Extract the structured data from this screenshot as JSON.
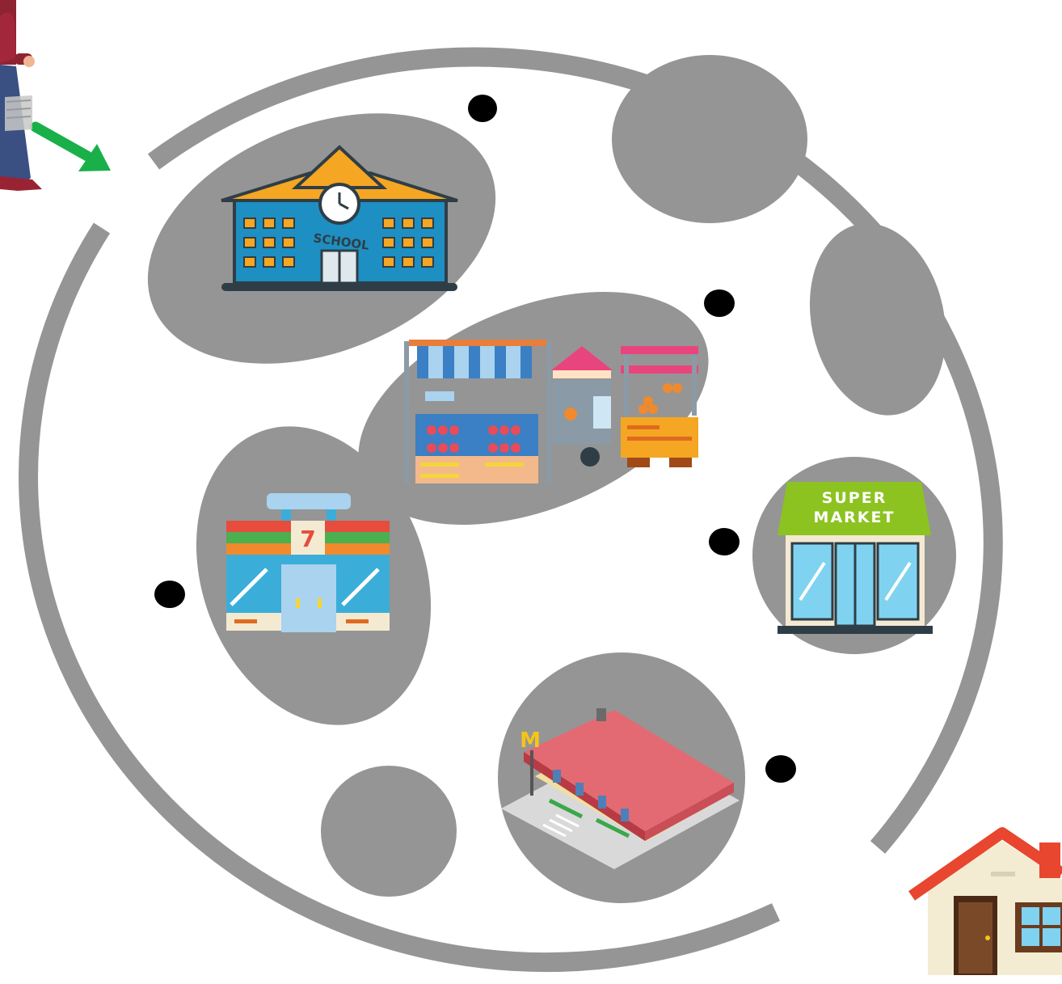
{
  "colors": {
    "background": "#ffffff",
    "ring": "#959595",
    "blob": "#959595",
    "marker": "#000000",
    "arrow": "#19b04a"
  },
  "diagram": {
    "entry_arrow_icon": "green-arrow-icon",
    "person_icon": "shopper-woman-icon",
    "home_icon": "house-icon",
    "places": [
      {
        "id": "school",
        "icon": "school-building-icon",
        "sign": "SCHOOL"
      },
      {
        "id": "market-stalls",
        "icon": "market-stalls-icon"
      },
      {
        "id": "convenience-store",
        "icon": "convenience-store-icon",
        "sign": "7"
      },
      {
        "id": "supermarket",
        "icon": "supermarket-icon",
        "sign_line1": "SUPER",
        "sign_line2": "MARKET"
      },
      {
        "id": "fast-food",
        "icon": "fast-food-restaurant-icon"
      }
    ]
  }
}
